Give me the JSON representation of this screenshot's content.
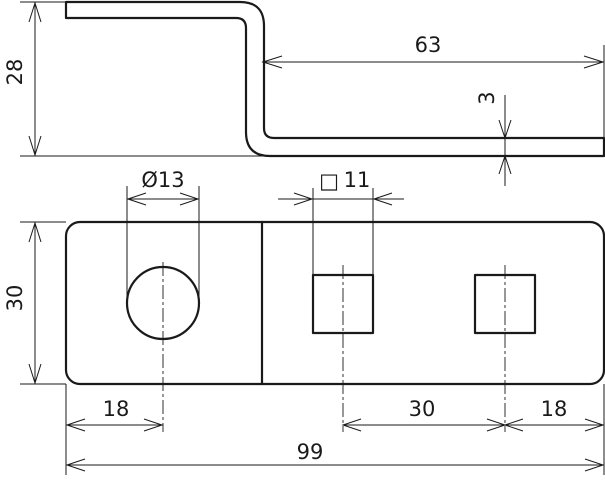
{
  "drawing": {
    "side_view": {
      "height_label": "28",
      "length_label": "63",
      "thickness_label": "3"
    },
    "plan_view": {
      "hole_diameter_label": "Ø13",
      "square_symbol": "□",
      "square_hole_label": "11",
      "width_label": "30",
      "round_hole_offset_label": "18",
      "square_hole_spacing_label": "30",
      "square_hole_edge_offset_label": "18",
      "overall_length_label": "99"
    }
  }
}
